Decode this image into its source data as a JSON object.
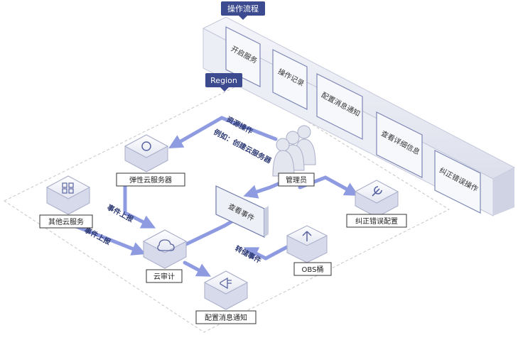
{
  "process": {
    "title": "操作流程",
    "steps": [
      "开启服务",
      "操作记录",
      "配置消息通知",
      "查看详细信息",
      "纠正错误操作"
    ]
  },
  "region": {
    "title": "Region"
  },
  "nodes": {
    "ecs": "弹性云服务器",
    "other": "其他云服务",
    "cts": "云审计",
    "smn": "配置消息通知",
    "admin": "管理员",
    "view": "查看事件",
    "obs": "OBS桶",
    "fix": "纠正错误配置"
  },
  "flows": {
    "op_line1": "资源操作",
    "op_line2": "例如：创建云服务器",
    "report1": "事件上报",
    "report2": "事件上报",
    "transfer": "转储事件"
  },
  "colors": {
    "accent": "#3f5096",
    "arrow": "#8e9be0",
    "tag_bg": "#3c4b8f"
  }
}
